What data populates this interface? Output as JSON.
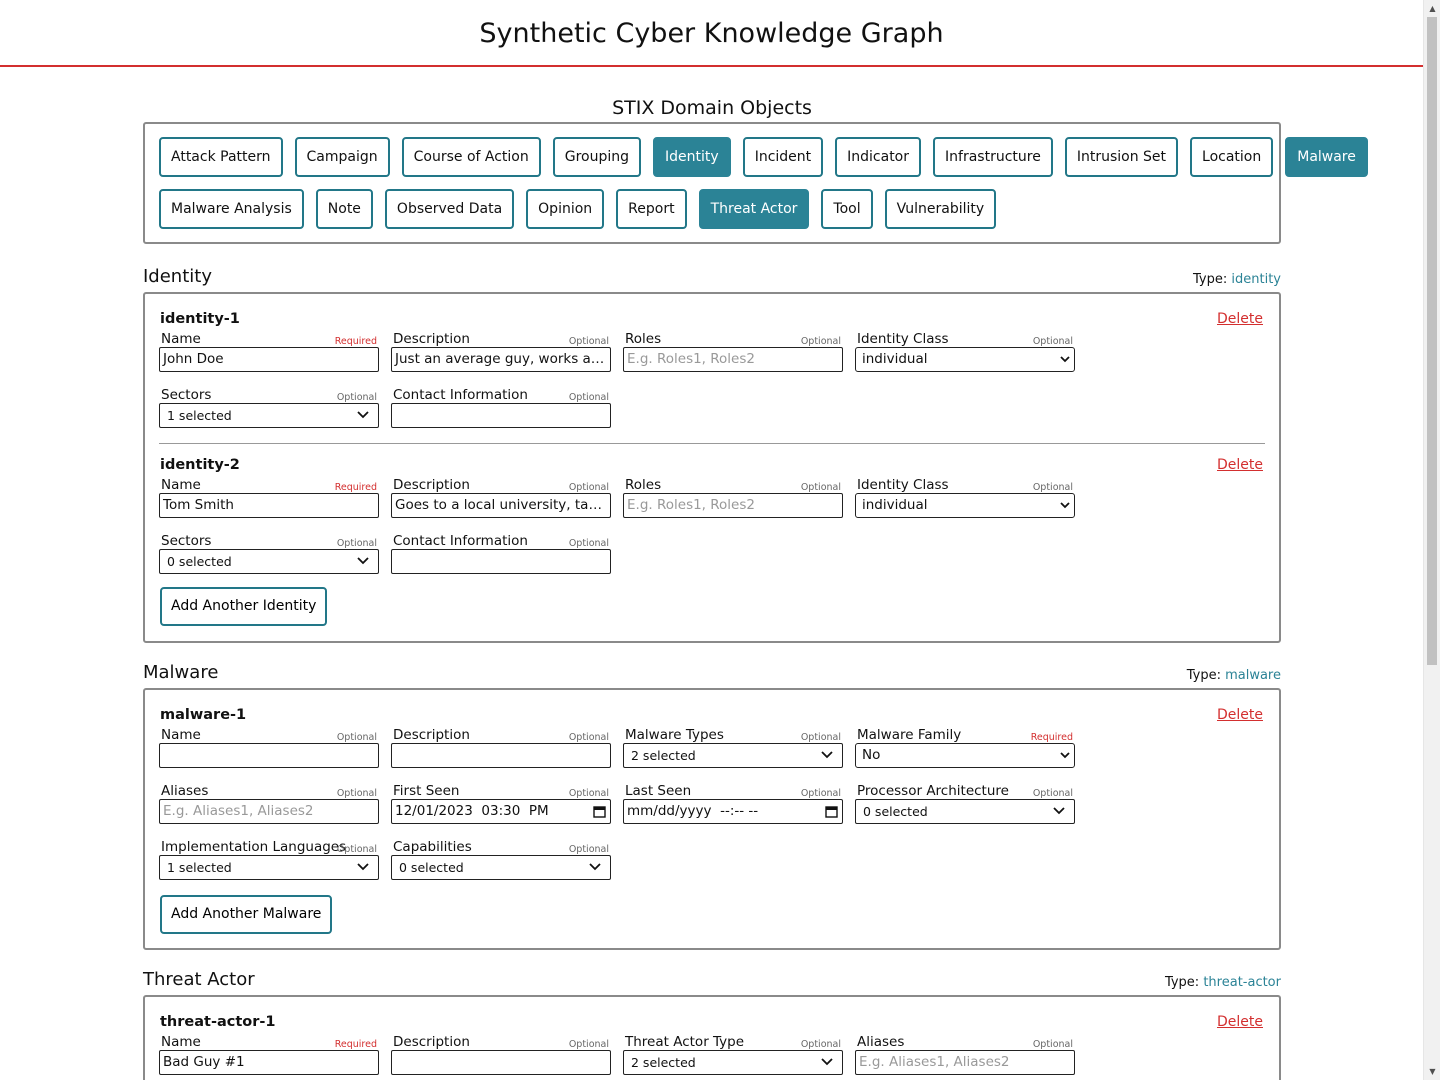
{
  "header": {
    "title": "Synthetic Cyber Knowledge Graph"
  },
  "sdo": {
    "title": "STIX Domain Objects",
    "row1": [
      {
        "label": "Attack Pattern",
        "active": false
      },
      {
        "label": "Campaign",
        "active": false
      },
      {
        "label": "Course of Action",
        "active": false
      },
      {
        "label": "Grouping",
        "active": false
      },
      {
        "label": "Identity",
        "active": true
      },
      {
        "label": "Incident",
        "active": false
      },
      {
        "label": "Indicator",
        "active": false
      },
      {
        "label": "Infrastructure",
        "active": false
      },
      {
        "label": "Intrusion Set",
        "active": false
      },
      {
        "label": "Location",
        "active": false
      },
      {
        "label": "Malware",
        "active": true
      }
    ],
    "row2": [
      {
        "label": "Malware Analysis",
        "active": false
      },
      {
        "label": "Note",
        "active": false
      },
      {
        "label": "Observed Data",
        "active": false
      },
      {
        "label": "Opinion",
        "active": false
      },
      {
        "label": "Report",
        "active": false
      },
      {
        "label": "Threat Actor",
        "active": true
      },
      {
        "label": "Tool",
        "active": false
      },
      {
        "label": "Vulnerability",
        "active": false
      }
    ],
    "active_color": "#2b8396",
    "border_color": "#227788"
  },
  "labels": {
    "type_prefix": "Type:",
    "delete": "Delete",
    "required": "Required",
    "optional": "Optional"
  },
  "identity": {
    "title": "Identity",
    "type_value": "identity",
    "add_label": "Add Another Identity",
    "objects": [
      {
        "id": "identity-1",
        "name_label": "Name",
        "name_value": "John Doe",
        "description_label": "Description",
        "description_value": "Just an average guy, works at a coffee shop",
        "roles_label": "Roles",
        "roles_placeholder": "E.g. Roles1, Roles2",
        "identity_class_label": "Identity Class",
        "identity_class_value": "individual",
        "sectors_label": "Sectors",
        "sectors_value": "1 selected",
        "contact_label": "Contact Information",
        "contact_value": ""
      },
      {
        "id": "identity-2",
        "name_label": "Name",
        "name_value": "Tom Smith",
        "description_label": "Description",
        "description_value": "Goes to a local university, takes classes",
        "roles_label": "Roles",
        "roles_placeholder": "E.g. Roles1, Roles2",
        "identity_class_label": "Identity Class",
        "identity_class_value": "individual",
        "sectors_label": "Sectors",
        "sectors_value": "0 selected",
        "contact_label": "Contact Information",
        "contact_value": ""
      }
    ]
  },
  "malware": {
    "title": "Malware",
    "type_value": "malware",
    "add_label": "Add Another Malware",
    "objects": [
      {
        "id": "malware-1",
        "name_label": "Name",
        "name_value": "",
        "description_label": "Description",
        "description_value": "",
        "malware_types_label": "Malware Types",
        "malware_types_value": "2 selected",
        "malware_family_label": "Malware Family",
        "malware_family_value": "No",
        "aliases_label": "Aliases",
        "aliases_placeholder": "E.g. Aliases1, Aliases2",
        "first_seen_label": "First Seen",
        "first_seen_value": "12/01/2023  03:30  PM",
        "last_seen_label": "Last Seen",
        "last_seen_value": "mm/dd/yyyy  --:-- --",
        "processor_label": "Processor Architecture",
        "processor_value": "0 selected",
        "impl_lang_label": "Implementation Languages",
        "impl_lang_value": "1 selected",
        "capabilities_label": "Capabilities",
        "capabilities_value": "0 selected"
      }
    ]
  },
  "threat_actor": {
    "title": "Threat Actor",
    "type_value": "threat-actor",
    "objects": [
      {
        "id": "threat-actor-1",
        "name_label": "Name",
        "name_value": "Bad Guy #1",
        "description_label": "Description",
        "description_value": "",
        "ta_type_label": "Threat Actor Type",
        "ta_type_value": "2 selected",
        "aliases_label": "Aliases",
        "aliases_placeholder": "E.g. Aliases1, Aliases2"
      }
    ]
  }
}
